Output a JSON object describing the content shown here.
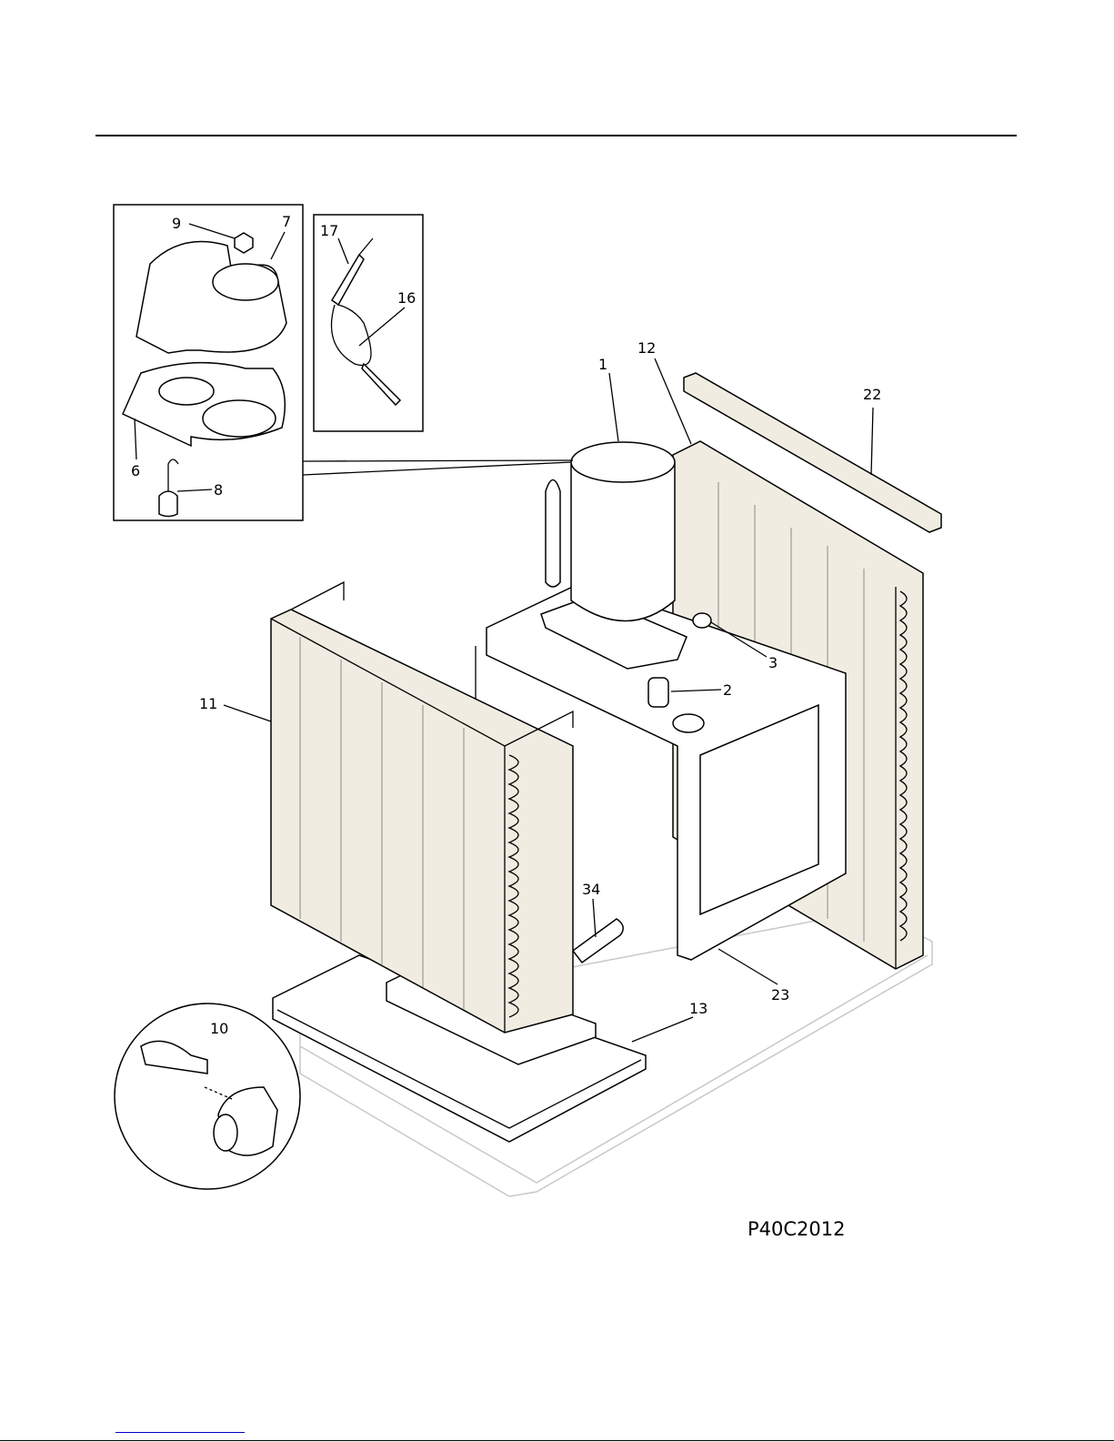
{
  "diagram": {
    "drawing_code": "P40C2012",
    "callouts": [
      {
        "id": "9",
        "text": "9"
      },
      {
        "id": "7",
        "text": "7"
      },
      {
        "id": "17",
        "text": "17"
      },
      {
        "id": "16",
        "text": "16"
      },
      {
        "id": "12",
        "text": "12"
      },
      {
        "id": "1",
        "text": "1"
      },
      {
        "id": "22",
        "text": "22"
      },
      {
        "id": "6",
        "text": "6"
      },
      {
        "id": "8",
        "text": "8"
      },
      {
        "id": "3",
        "text": "3"
      },
      {
        "id": "2",
        "text": "2"
      },
      {
        "id": "11",
        "text": "11"
      },
      {
        "id": "34",
        "text": "34"
      },
      {
        "id": "23",
        "text": "23"
      },
      {
        "id": "13",
        "text": "13"
      },
      {
        "id": "10",
        "text": "10"
      }
    ]
  }
}
